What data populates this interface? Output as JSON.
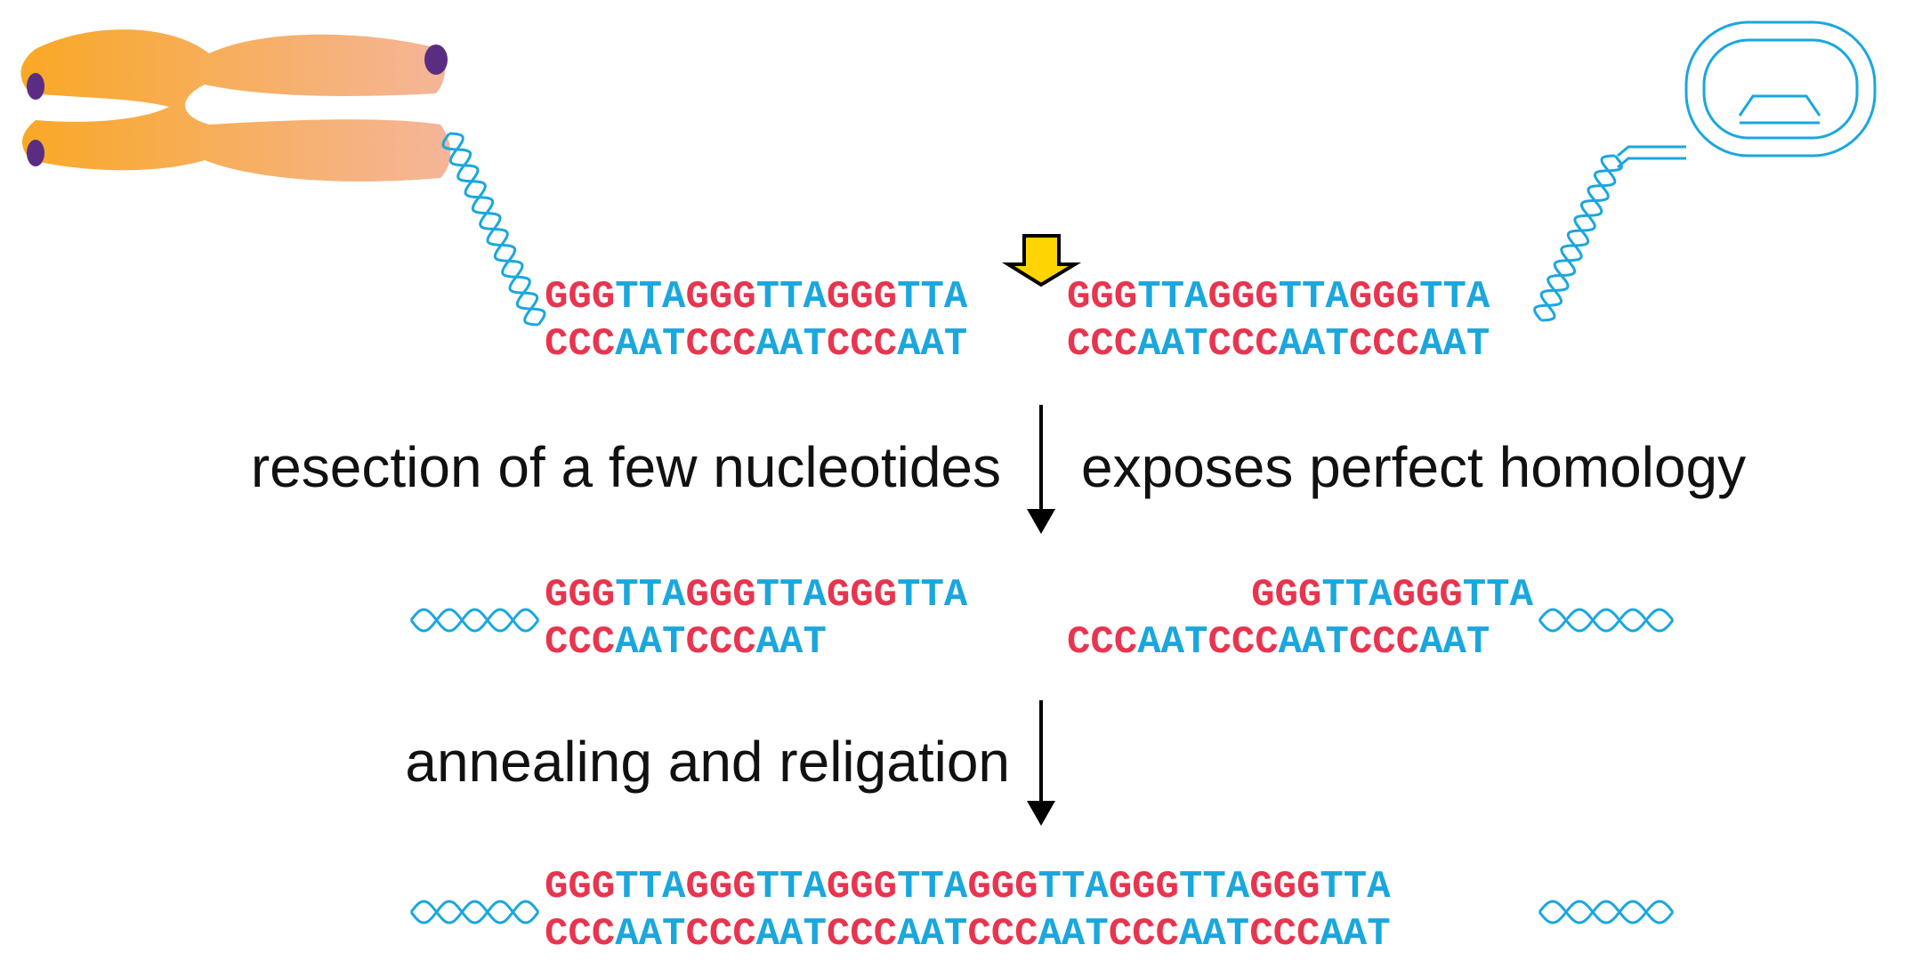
{
  "colors": {
    "g_base": "#e8354f",
    "t_base": "#1aa7dd",
    "helix": "#1aa7dd",
    "chromosome_left": "#f9a825",
    "chromosome_right": "#f5b59a",
    "telomere_cap": "#5b2d82",
    "break_arrow_fill": "#ffd400",
    "arrow_stroke": "#000000",
    "caption": "#111111"
  },
  "icons": {
    "chromosome": "chromosome-icon",
    "plasmid": "plasmid-icon",
    "break_site": "down-arrow-icon",
    "step_arrow": "down-arrow-icon"
  },
  "sequences": {
    "row1_left_top": "GGGTTAGGGTTAGGGTTA",
    "row1_left_bottom": "CCCAATCCCAATCCCAAT",
    "row1_right_top": "GGGTTAGGGTTAGGGTTA",
    "row1_right_bottom": "CCCAATCCCAATCCCAAT",
    "row2_left_top": "GGGTTAGGGTTAGGGTTA",
    "row2_left_bottom": "CCCAATCCCAAT",
    "row2_right_top": "GGGTTAGGGTTA",
    "row2_right_bottom": "CCCAATCCCAATCCCAAT",
    "row3_top": "GGGTTAGGGTTAGGGTTAGGGTTAGGGTTAGGGTTA",
    "row3_bottom": "CCCAATCCCAATCCCAATCCCAATCCCAATCCCAAT"
  },
  "captions": {
    "step1_left": "resection of a few nucleotides",
    "step1_right": "exposes perfect homology",
    "step2_left": "annealing and religation"
  }
}
